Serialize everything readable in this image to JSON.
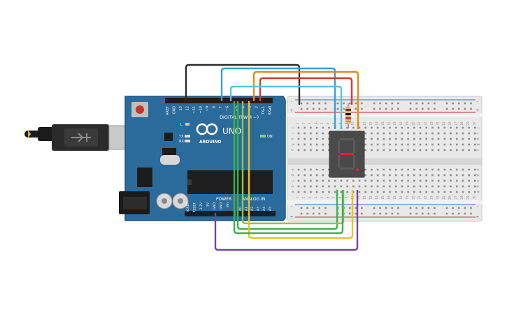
{
  "colors": {
    "board": "#2a6b9c",
    "board_edge": "#1f5680",
    "breadboard": "#e9e9e9",
    "rail_red": "#d0342c",
    "rail_blue": "#3b6fb5",
    "wire_black": "#2b2b2b",
    "wire_blue": "#3a9fcf",
    "wire_orange": "#e38a1b",
    "wire_red": "#d43b2f",
    "wire_lightblue": "#5fc0d9",
    "wire_green": "#3db34a",
    "wire_lime": "#8ec63f",
    "wire_yellow": "#ecc21a",
    "wire_purple": "#7b3f9e",
    "segment_on": "#e2202b",
    "segment_off": "#5a5a5a"
  },
  "arduino": {
    "brand": "ARDUINO",
    "model": "UNO",
    "digital_label": "DIGITAL (PWM ~)",
    "power_label": "POWER",
    "analog_label": "ANALOG IN",
    "on_label": "ON",
    "tx_label": "TX",
    "rx_label": "RX",
    "l_label": "L",
    "digital_pins": [
      "AREF",
      "GND",
      "13",
      "12",
      "~11",
      "~10",
      "~9",
      "8",
      "7",
      "~6",
      "~5",
      "4",
      "~3",
      "2",
      "TX▸1",
      "RX◂0"
    ],
    "power_pins": [
      "IOREF",
      "RESET",
      "3.3V",
      "5V",
      "GND",
      "GND",
      "Vin"
    ],
    "analog_pins": [
      "A0",
      "A1",
      "A2",
      "A3",
      "A4",
      "A5"
    ]
  },
  "breadboard": {
    "columns": [
      "1",
      "2",
      "3",
      "4",
      "5",
      "6",
      "7",
      "8",
      "9",
      "10",
      "11",
      "12",
      "13",
      "14",
      "15",
      "16",
      "17",
      "18",
      "19",
      "20",
      "21",
      "22",
      "23",
      "24",
      "25",
      "26",
      "27",
      "28",
      "29",
      "30"
    ],
    "rows_top": [
      "j",
      "i",
      "h",
      "g",
      "f"
    ],
    "rows_bottom": [
      "e",
      "d",
      "c",
      "b",
      "a"
    ],
    "rail_minus": "-",
    "rail_plus": "+"
  }
}
